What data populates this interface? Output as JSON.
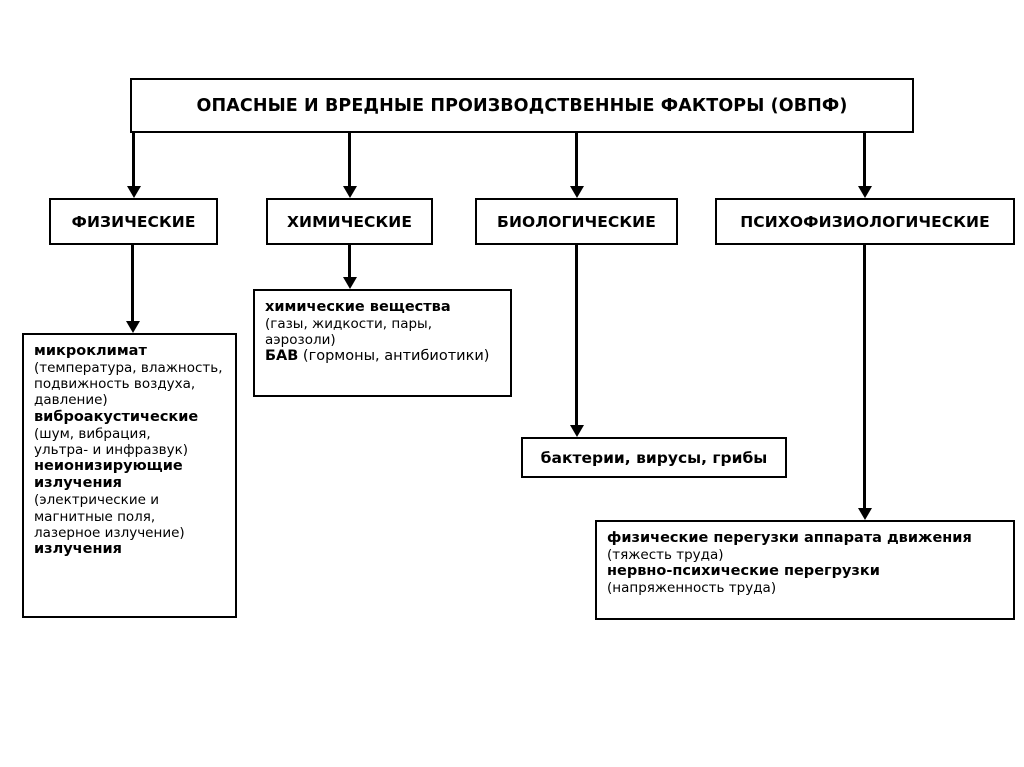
{
  "diagram": {
    "root": {
      "label": "ОПАСНЫЕ И ВРЕДНЫЕ ПРОИЗВОДСТВЕННЫЕ ФАКТОРЫ (ОВПФ)"
    },
    "categories": [
      {
        "id": "physical",
        "label": "ФИЗИЧЕСКИЕ"
      },
      {
        "id": "chemical",
        "label": "ХИМИЧЕСКИЕ"
      },
      {
        "id": "biological",
        "label": "БИОЛОГИЧЕСКИЕ"
      },
      {
        "id": "psychophysiological",
        "label": "ПСИХОФИЗИОЛОГИЧЕСКИЕ"
      }
    ],
    "details": {
      "physical": {
        "l1": "микроклимат",
        "l2": "(температура, влажность,",
        "l3": "подвижность воздуха,",
        "l4": "давление)",
        "l5": "виброакустические",
        "l6": "(шум, вибрация,",
        "l7": "ультра- и инфразвук)",
        "l8": "неионизирующие",
        "l9": "излучения",
        "l10": "(электрические и",
        "l11": "магнитные поля,",
        "l12": "лазерное излучение)",
        "l13": "излучения"
      },
      "chemical": {
        "l1": "химические вещества",
        "l2": "(газы, жидкости, пары,",
        "l3": "аэрозоли)",
        "l4_bold": "БАВ",
        "l4_norm": " (гормоны, антибиотики)"
      },
      "biological": {
        "l1": "бактерии, вирусы, грибы"
      },
      "psychophysiological": {
        "l1": "физические перегузки аппарата движения",
        "l2": "(тяжесть труда)",
        "l3": "нервно-психические перегрузки",
        "l4": "(напряженность труда)"
      }
    },
    "colors": {
      "line": "#000000",
      "box_fill": "#ffffff",
      "text": "#000000"
    }
  }
}
